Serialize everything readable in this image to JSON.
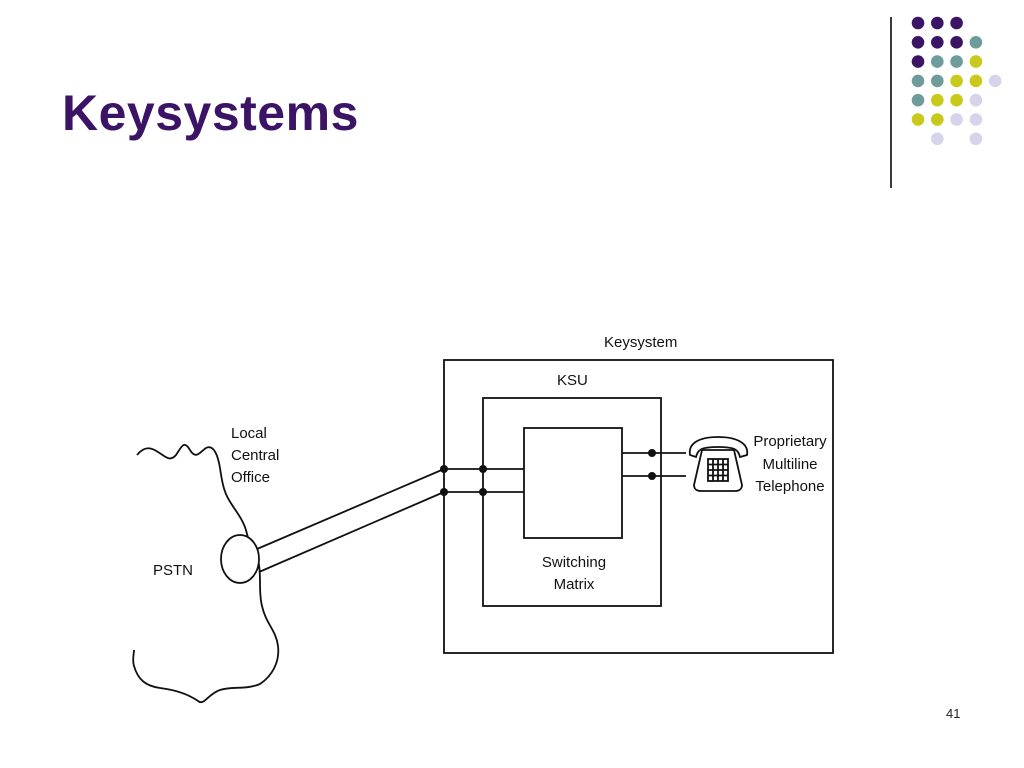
{
  "slide": {
    "title": "Keysystems",
    "page_number": "41"
  },
  "decoration": {
    "dot_colors": {
      "purple": "#3b1466",
      "teal": "#6d9c9a",
      "yellow": "#c9c91c",
      "lavender": "#d6d4ea"
    }
  },
  "diagram": {
    "keysystem_label": "Keysystem",
    "ksu_label": "KSU",
    "switching_matrix_label": [
      "Switching",
      "Matrix"
    ],
    "phone_label": [
      "Proprietary",
      "Multiline",
      "Telephone"
    ],
    "central_office_label": [
      "Local",
      "Central",
      "Office"
    ],
    "pstn_label": "PSTN"
  }
}
